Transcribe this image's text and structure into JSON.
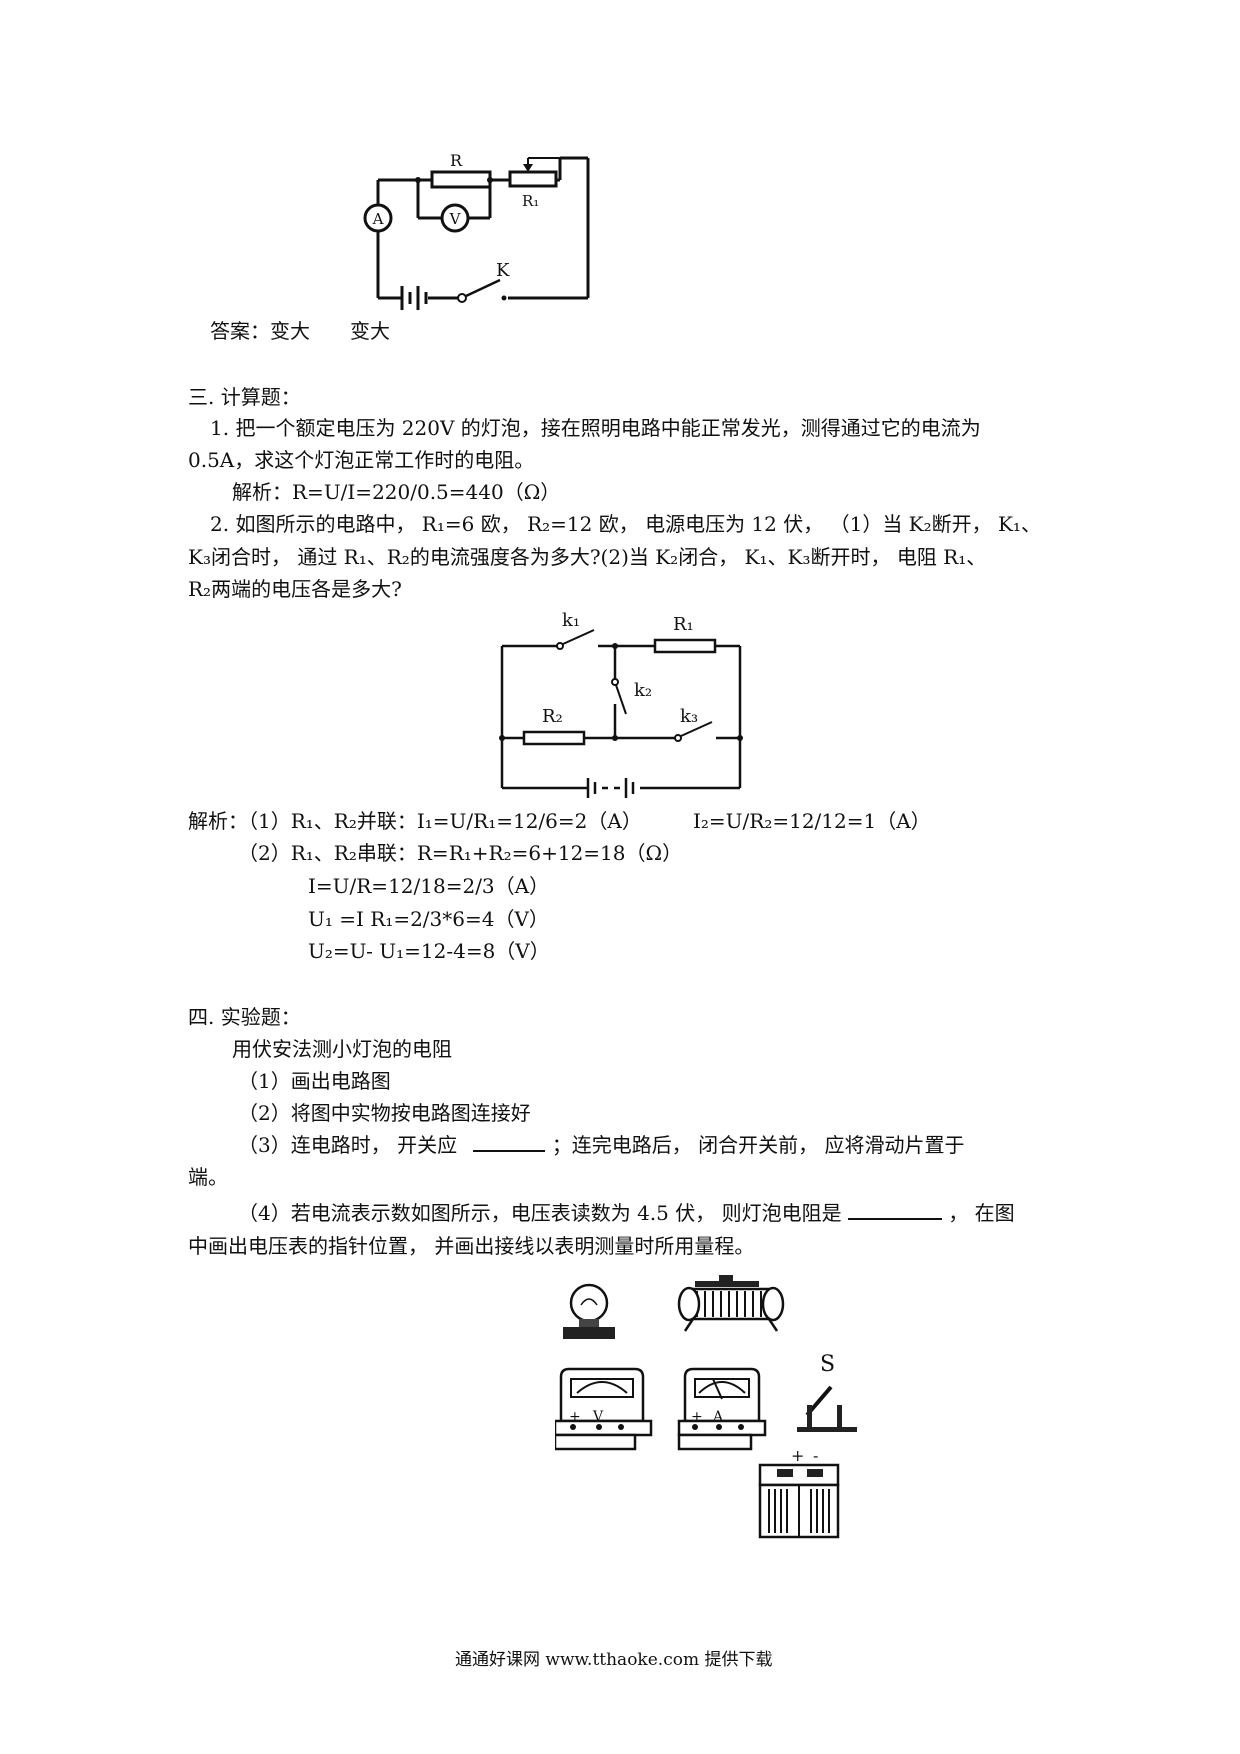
{
  "fig1": {
    "labels": {
      "r": "R",
      "r1": "R₁",
      "ammeter": "A",
      "voltmeter": "V",
      "switch": "K"
    }
  },
  "answer1": "答案：变大　　变大",
  "section3": {
    "heading": "三. 计算题：",
    "q1_line1": "1. 把一个额定电压为 220V 的灯泡，接在照明电路中能正常发光，测得通过它的电流为",
    "q1_line2": "0.5A，求这个灯泡正常工作时的电阻。",
    "q1_solution": "解析：R=U/I=220/0.5=440（Ω）",
    "q2_line1": "2. 如图所示的电路中， R₁=6 欧， R₂=12 欧， 电源电压为 12 伏， （1）当 K₂断开， K₁、",
    "q2_line2": "K₃闭合时， 通过 R₁、R₂的电流强度各为多大?(2)当 K₂闭合， K₁、K₃断开时， 电阻 R₁、",
    "q2_line3": "R₂两端的电压各是多大?"
  },
  "fig2": {
    "labels": {
      "k1": "k₁",
      "r1": "R₁",
      "k2": "k₂",
      "r2": "R₂",
      "k3": "k₃"
    }
  },
  "solution2": {
    "line1a": "解析：（1）R₁、R₂并联：I₁=U/R₁=12/6=2（A）",
    "line1b": "I₂=U/R₂=12/12=1（A）",
    "line2": "（2）R₁、R₂串联：R=R₁+R₂=6+12=18（Ω）",
    "line3": "I=U/R=12/18=2/3（A）",
    "line4": "U₁ =I R₁=2/3*6=4（V）",
    "line5": "U₂=U- U₁=12-4=8（V）"
  },
  "section4": {
    "heading": "四. 实验题：",
    "intro": "用伏安法测小灯泡的电阻",
    "item1": "（1）画出电路图",
    "item2": "（2）将图中实物按电路图连接好",
    "item3_a": "（3）连电路时，  开关应",
    "item3_b": "；连完电路后，  闭合开关前，  应将滑动片置于",
    "item3_c": "端。",
    "item4_a": "（4）若电流表示数如图所示，电压表读数为 4.5 伏，  则灯泡电阻是",
    "item4_b": "，  在图",
    "item4_c": "中画出电压表的指针位置，  并画出接线以表明测量时所用量程。"
  },
  "fig3": {
    "labels": {
      "switch": "S",
      "voltmeter": "V",
      "ammeter": "A",
      "plus": "+",
      "minus": "-"
    }
  },
  "footer": "通通好课网  www.tthaoke.com  提供下载"
}
